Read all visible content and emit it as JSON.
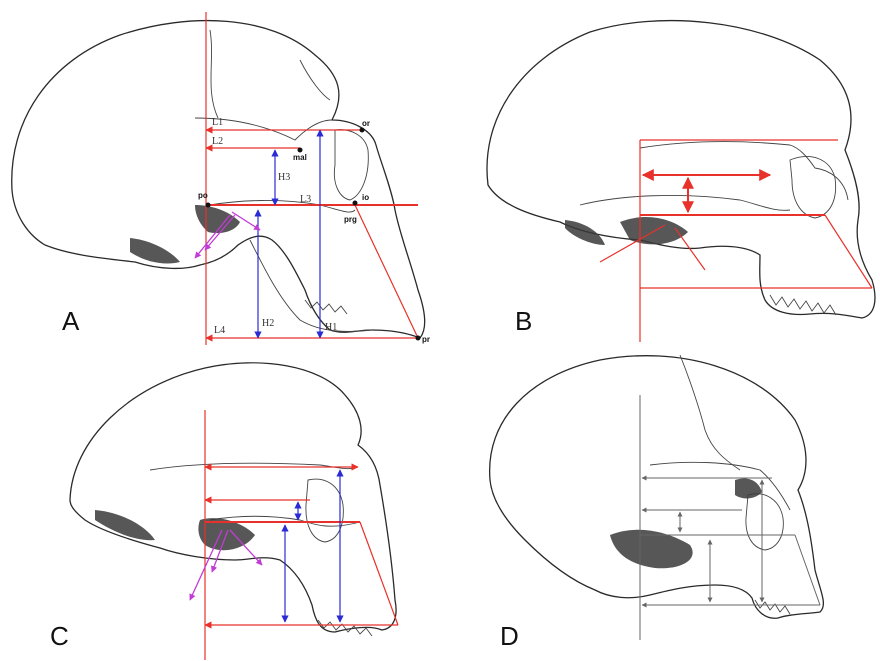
{
  "panels": [
    {
      "letter": "A"
    },
    {
      "letter": "B"
    },
    {
      "letter": "C"
    },
    {
      "letter": "D"
    }
  ],
  "panel_a": {
    "measurements": {
      "L1": "L1",
      "L2": "L2",
      "L3": "L3",
      "L4": "L4",
      "H1": "H1",
      "H2": "H2",
      "H3": "H3"
    },
    "landmarks": {
      "or": "or",
      "mal": "mal",
      "po": "po",
      "io": "io",
      "prg": "prg",
      "pr": "pr"
    }
  },
  "colors": {
    "red": "#e8312a",
    "blue": "#2b2bd6",
    "magenta": "#c23bd6",
    "gray": "#666666",
    "ink": "#2a2a2a"
  }
}
